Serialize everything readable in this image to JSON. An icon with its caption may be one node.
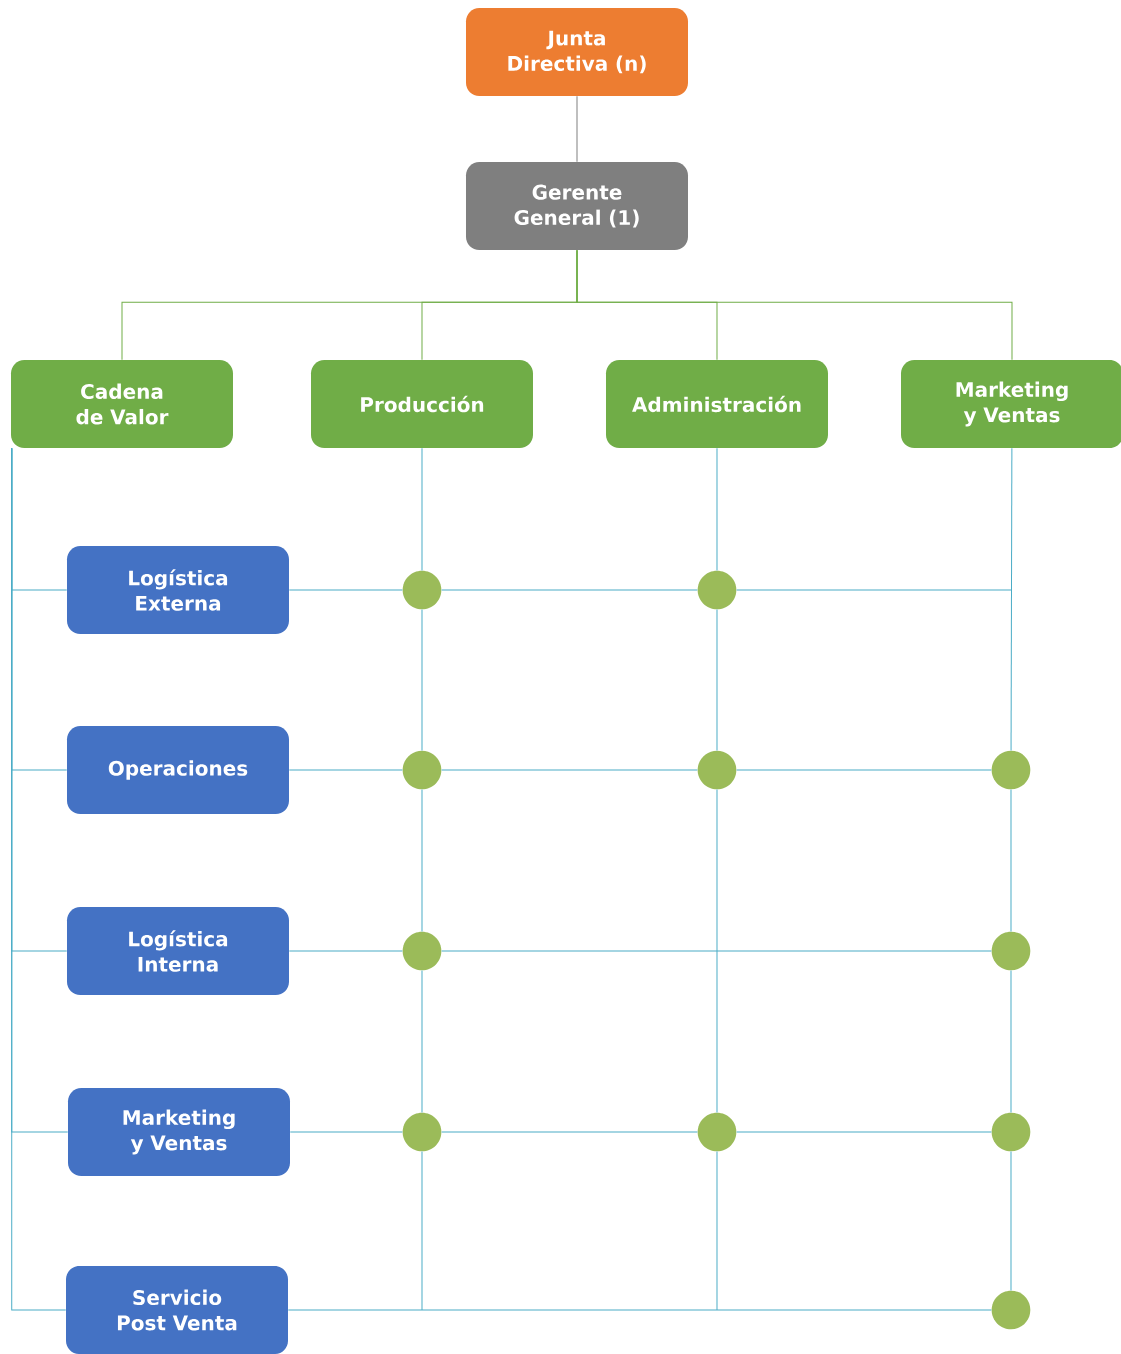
{
  "diagram": {
    "nodes": [
      {
        "text": [
          "Junta Directiva (n)"
        ]
      },
      {
        "text": [
          "Gerente General (1)"
        ]
      },
      {
        "text": [
          "Cadena de Valor"
        ]
      },
      {
        "text": [
          "Producción"
        ]
      },
      {
        "text": [
          "Administración"
        ]
      },
      {
        "text": [
          "Marketing y Ventas"
        ]
      },
      {
        "text": [
          "Logística Externa"
        ]
      },
      {
        "text": [
          "Operaciones"
        ]
      },
      {
        "text": [
          "Logística Interna"
        ]
      },
      {
        "text": [
          "Marketing y Ventas"
        ]
      },
      {
        "text": [
          "Servicio Post Venta"
        ]
      },
      {
        "text": [],
        "shape": "circle"
      },
      {
        "text": [],
        "shape": "circle"
      },
      {
        "text": [],
        "shape": "circle"
      },
      {
        "text": [],
        "shape": "circle"
      },
      {
        "text": [],
        "shape": "circle"
      },
      {
        "text": [],
        "shape": "circle"
      },
      {
        "text": [],
        "shape": "circle"
      },
      {
        "text": [],
        "shape": "circle"
      },
      {
        "text": [],
        "shape": "circle"
      },
      {
        "text": [],
        "shape": "circle"
      },
      {
        "text": [],
        "shape": "circle"
      }
    ],
    "edges": [
      {
        "from": 0,
        "to": 1,
        "arrow": "none",
        "color": "#808080"
      },
      {
        "from": 1,
        "to": 2,
        "arrow": "none",
        "color": "#70ad47"
      },
      {
        "from": 1,
        "to": 3,
        "arrow": "none",
        "color": "#70ad47"
      },
      {
        "from": 1,
        "to": 4,
        "arrow": "none",
        "color": "#70ad47"
      },
      {
        "from": 1,
        "to": 5,
        "arrow": "none",
        "color": "#70ad47"
      },
      {
        "from": 2,
        "to": 6,
        "arrow": "none"
      },
      {
        "from": 2,
        "to": 7,
        "arrow": "none"
      },
      {
        "from": 2,
        "to": 8,
        "arrow": "none"
      },
      {
        "from": 2,
        "to": 9,
        "arrow": "none"
      },
      {
        "from": 2,
        "to": 10,
        "arrow": "none"
      },
      {
        "from": 3,
        "to": 11,
        "arrow": "none"
      },
      {
        "from": 11,
        "to": 13,
        "arrow": "none"
      },
      {
        "from": 13,
        "to": 16,
        "arrow": "none"
      },
      {
        "from": 16,
        "to": 18,
        "arrow": "none"
      },
      {
        "from": 4,
        "to": 12,
        "arrow": "none"
      },
      {
        "from": 12,
        "to": 14,
        "arrow": "none"
      },
      {
        "from": 14,
        "to": 19,
        "arrow": "none"
      },
      {
        "from": 5,
        "to": 15,
        "arrow": "none"
      },
      {
        "from": 15,
        "to": 17,
        "arrow": "none"
      },
      {
        "from": 17,
        "to": 20,
        "arrow": "none"
      },
      {
        "from": 20,
        "to": 21,
        "arrow": "none"
      },
      {
        "from": 6,
        "to": 11,
        "arrow": "none"
      },
      {
        "from": 11,
        "to": 12,
        "arrow": "none"
      },
      {
        "from": 7,
        "to": 13,
        "arrow": "none"
      },
      {
        "from": 13,
        "to": 14,
        "arrow": "none"
      },
      {
        "from": 14,
        "to": 15,
        "arrow": "none"
      },
      {
        "from": 8,
        "to": 16,
        "arrow": "none"
      },
      {
        "from": 16,
        "to": 17,
        "arrow": "none"
      },
      {
        "from": 9,
        "to": 18,
        "arrow": "none"
      },
      {
        "from": 18,
        "to": 19,
        "arrow": "none"
      },
      {
        "from": 19,
        "to": 20,
        "arrow": "none"
      },
      {
        "from": 10,
        "to": 21,
        "arrow": "none"
      },
      {
        "from": 12,
        "to": null,
        "arrow": "none"
      },
      {
        "from": 18,
        "to": null,
        "arrow": "none"
      },
      {
        "from": 19,
        "to": null,
        "arrow": "none"
      }
    ]
  }
}
